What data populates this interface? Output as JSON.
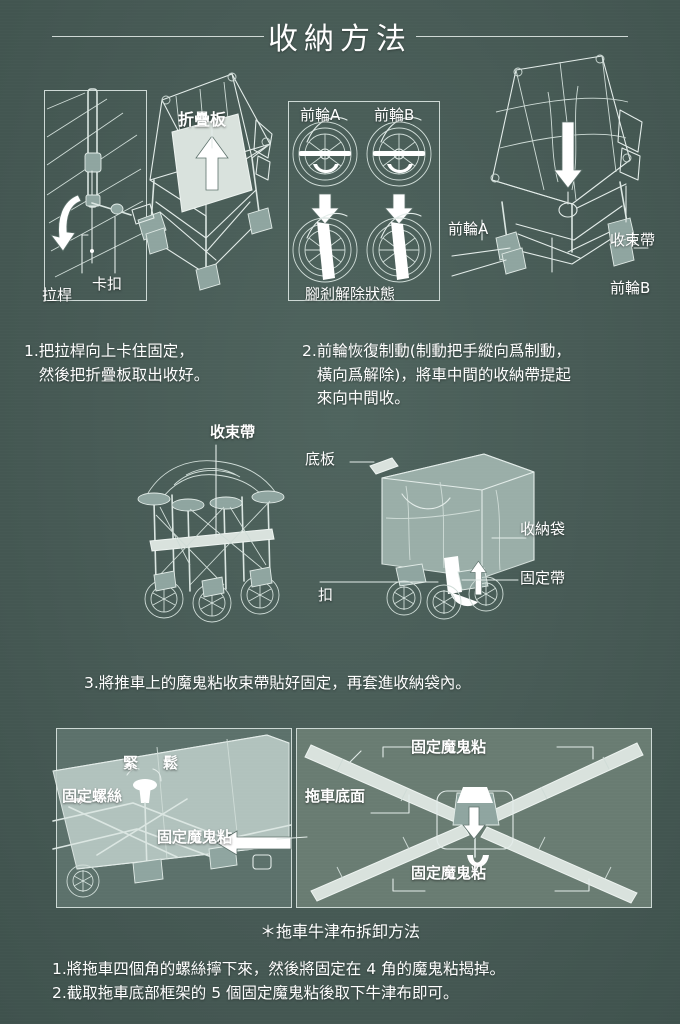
{
  "title": "收納方法",
  "panel1": {
    "label_fold_board": "折疊板",
    "label_pull_rod": "拉桿",
    "label_buckle": "卡扣"
  },
  "panel2": {
    "label_front_wheel_a": "前輪A",
    "label_front_wheel_b": "前輪B",
    "label_brake_released": "腳剎解除狀態"
  },
  "panel3": {
    "label_front_wheel_a": "前輪A",
    "label_front_wheel_b": "前輪B",
    "label_binding_strap": "收束帶"
  },
  "steps_top": {
    "step1": "1.把拉桿向上卡住固定，\n   然後把折疊板取出收好。",
    "step2": "2.前輪恢復制動(制動把手縱向爲制動，\n   橫向爲解除)，將車中間的收納帶提起\n   來向中間收。"
  },
  "middle": {
    "label_binding_strap": "收束帶",
    "label_bottom_board": "底板",
    "label_storage_bag": "收納袋",
    "label_fixing_strap": "固定帶",
    "label_buckle": "扣",
    "step3": "3.將推車上的魔鬼粘收束帶貼好固定，再套進收納袋內。"
  },
  "bottom_left": {
    "label_tight": "緊",
    "label_loose": "鬆",
    "label_fixing_screw": "固定螺絲",
    "label_fixing_velcro": "固定魔鬼粘"
  },
  "bottom_right": {
    "label_velcro_top": "固定魔鬼粘",
    "label_velcro_bottom": "固定魔鬼粘",
    "label_cart_bottom": "拖車底面"
  },
  "footer": {
    "heading": "＊拖車牛津布拆卸方法",
    "note1": "1.將拖車四個角的螺絲擰下來，然後將固定在 4 角的魔鬼粘揭掉。",
    "note2": "2.截取拖車底部框架的 5 個固定魔鬼粘後取下牛津布即可。"
  },
  "colors": {
    "background": "#4a5f5a",
    "line": "#e3ece9",
    "fabric": "#b9c9c4"
  }
}
